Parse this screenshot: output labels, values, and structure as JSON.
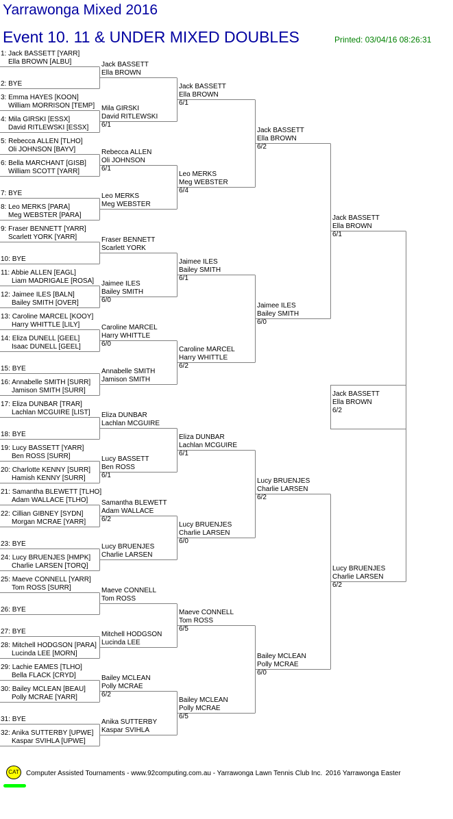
{
  "header": {
    "tournament": "Yarrawonga Mixed 2016",
    "event": "Event 10. 11 & UNDER MIXED DOUBLES",
    "printed": "Printed: 03/04/16 08:26:31"
  },
  "colors": {
    "title": "#0000a0",
    "printed": "#008000",
    "lines": "#808080"
  },
  "draw": {
    "round1": [
      {
        "seed": "1:",
        "p1": "Jack BASSETT [YARR]",
        "p2": "Ella BROWN [ALBU]"
      },
      {
        "seed": "2:",
        "p1": "BYE",
        "p2": ""
      },
      {
        "seed": "3:",
        "p1": "Emma HAYES [KOON]",
        "p2": "William MORRISON [TEMP]"
      },
      {
        "seed": "4:",
        "p1": "Mila GIRSKI [ESSX]",
        "p2": "David RITLEWSKI [ESSX]"
      },
      {
        "seed": "5:",
        "p1": "Rebecca ALLEN [TLHO]",
        "p2": "Oli JOHNSON [BAYV]"
      },
      {
        "seed": "6:",
        "p1": "Bella MARCHANT [GISB]",
        "p2": "William SCOTT [YARR]"
      },
      {
        "seed": "7:",
        "p1": "BYE",
        "p2": ""
      },
      {
        "seed": "8:",
        "p1": "Leo MERKS [PARA]",
        "p2": "Meg WEBSTER [PARA]"
      },
      {
        "seed": "9:",
        "p1": "Fraser BENNETT [YARR]",
        "p2": "Scarlett YORK [YARR]"
      },
      {
        "seed": "10:",
        "p1": "BYE",
        "p2": ""
      },
      {
        "seed": "11:",
        "p1": "Abbie ALLEN [EAGL]",
        "p2": "Liam MADRIGALE [ROSA]"
      },
      {
        "seed": "12:",
        "p1": "Jaimee ILES [BALN]",
        "p2": "Bailey SMITH [OVER]"
      },
      {
        "seed": "13:",
        "p1": "Caroline MARCEL [KOOY]",
        "p2": "Harry WHITTLE [LILY]"
      },
      {
        "seed": "14:",
        "p1": "Eliza DUNELL [GEEL]",
        "p2": "Isaac DUNELL [GEEL]"
      },
      {
        "seed": "15:",
        "p1": "BYE",
        "p2": ""
      },
      {
        "seed": "16:",
        "p1": "Annabelle SMITH [SURR]",
        "p2": "Jamison SMITH [SURR]"
      },
      {
        "seed": "17:",
        "p1": "Eliza DUNBAR [TRAR]",
        "p2": "Lachlan MCGUIRE [LIST]"
      },
      {
        "seed": "18:",
        "p1": "BYE",
        "p2": ""
      },
      {
        "seed": "19:",
        "p1": "Lucy BASSETT [YARR]",
        "p2": "Ben ROSS [SURR]"
      },
      {
        "seed": "20:",
        "p1": "Charlotte KENNY [SURR]",
        "p2": "Hamish KENNY [SURR]"
      },
      {
        "seed": "21:",
        "p1": "Samantha BLEWETT [TLHO]",
        "p2": "Adam WALLACE [TLHO]"
      },
      {
        "seed": "22:",
        "p1": "Cillian GIBNEY [SYDN]",
        "p2": "Morgan MCRAE [YARR]"
      },
      {
        "seed": "23:",
        "p1": "BYE",
        "p2": ""
      },
      {
        "seed": "24:",
        "p1": "Lucy BRUENJES [HMPK]",
        "p2": "Charlie LARSEN [TORQ]"
      },
      {
        "seed": "25:",
        "p1": "Maeve CONNELL [YARR]",
        "p2": "Tom ROSS [SURR]"
      },
      {
        "seed": "26:",
        "p1": "BYE",
        "p2": ""
      },
      {
        "seed": "27:",
        "p1": "BYE",
        "p2": ""
      },
      {
        "seed": "28:",
        "p1": "Mitchell HODGSON [PARA]",
        "p2": "Lucinda LEE [MORN]"
      },
      {
        "seed": "29:",
        "p1": "Lachie EAMES [TLHO]",
        "p2": "Bella FLACK [CRYD]"
      },
      {
        "seed": "30:",
        "p1": "Bailey MCLEAN [BEAU]",
        "p2": "Polly MCRAE [YARR]"
      },
      {
        "seed": "31:",
        "p1": "BYE",
        "p2": ""
      },
      {
        "seed": "32:",
        "p1": "Anika SUTTERBY [UPWE]",
        "p2": "Kaspar SVIHLA [UPWE]"
      }
    ],
    "rounds": [
      [
        {
          "p1": "Jack BASSETT",
          "p2": "Ella BROWN",
          "score": ""
        },
        {
          "p1": "Mila GIRSKI",
          "p2": "David RITLEWSKI",
          "score": "6/1"
        },
        {
          "p1": "Rebecca ALLEN",
          "p2": "Oli JOHNSON",
          "score": "6/1"
        },
        {
          "p1": "Leo MERKS",
          "p2": "Meg WEBSTER",
          "score": ""
        },
        {
          "p1": "Fraser BENNETT",
          "p2": "Scarlett YORK",
          "score": ""
        },
        {
          "p1": "Jaimee ILES",
          "p2": "Bailey SMITH",
          "score": "6/0"
        },
        {
          "p1": "Caroline MARCEL",
          "p2": "Harry WHITTLE",
          "score": "6/0"
        },
        {
          "p1": "Annabelle SMITH",
          "p2": "Jamison SMITH",
          "score": ""
        },
        {
          "p1": "Eliza DUNBAR",
          "p2": "Lachlan MCGUIRE",
          "score": ""
        },
        {
          "p1": "Lucy BASSETT",
          "p2": "Ben ROSS",
          "score": "6/1"
        },
        {
          "p1": "Samantha BLEWETT",
          "p2": "Adam WALLACE",
          "score": "6/2"
        },
        {
          "p1": "Lucy BRUENJES",
          "p2": "Charlie LARSEN",
          "score": ""
        },
        {
          "p1": "Maeve CONNELL",
          "p2": "Tom ROSS",
          "score": ""
        },
        {
          "p1": "Mitchell HODGSON",
          "p2": "Lucinda LEE",
          "score": ""
        },
        {
          "p1": "Bailey MCLEAN",
          "p2": "Polly MCRAE",
          "score": "6/2"
        },
        {
          "p1": "Anika SUTTERBY",
          "p2": "Kaspar SVIHLA",
          "score": ""
        }
      ],
      [
        {
          "p1": "Jack BASSETT",
          "p2": "Ella BROWN",
          "score": "6/1"
        },
        {
          "p1": "Leo MERKS",
          "p2": "Meg WEBSTER",
          "score": "6/4"
        },
        {
          "p1": "Jaimee ILES",
          "p2": "Bailey SMITH",
          "score": "6/1"
        },
        {
          "p1": "Caroline MARCEL",
          "p2": "Harry WHITTLE",
          "score": "6/2"
        },
        {
          "p1": "Eliza DUNBAR",
          "p2": "Lachlan MCGUIRE",
          "score": "6/1"
        },
        {
          "p1": "Lucy BRUENJES",
          "p2": "Charlie LARSEN",
          "score": "6/0"
        },
        {
          "p1": "Maeve CONNELL",
          "p2": "Tom ROSS",
          "score": "6/5"
        },
        {
          "p1": "Bailey MCLEAN",
          "p2": "Polly MCRAE",
          "score": "6/5"
        }
      ],
      [
        {
          "p1": "Jack BASSETT",
          "p2": "Ella BROWN",
          "score": "6/2"
        },
        {
          "p1": "Jaimee ILES",
          "p2": "Bailey SMITH",
          "score": "6/0"
        },
        {
          "p1": "Lucy BRUENJES",
          "p2": "Charlie LARSEN",
          "score": "6/2"
        },
        {
          "p1": "Bailey MCLEAN",
          "p2": "Polly MCRAE",
          "score": "6/0"
        }
      ],
      [
        {
          "p1": "Jack BASSETT",
          "p2": "Ella BROWN",
          "score": "6/1"
        },
        {
          "p1": "Lucy BRUENJES",
          "p2": "Charlie LARSEN",
          "score": "6/2"
        }
      ]
    ],
    "winner": {
      "p1": "Jack BASSETT",
      "p2": "Ella BROWN",
      "score": "6/2"
    }
  },
  "footer": {
    "logo": "CAT",
    "credit": "Computer Assisted Tournaments - www.92computing.com.au -  Yarrawonga Lawn Tennis Club Inc.",
    "event_name": "2016 Yarrawonga Easter"
  }
}
